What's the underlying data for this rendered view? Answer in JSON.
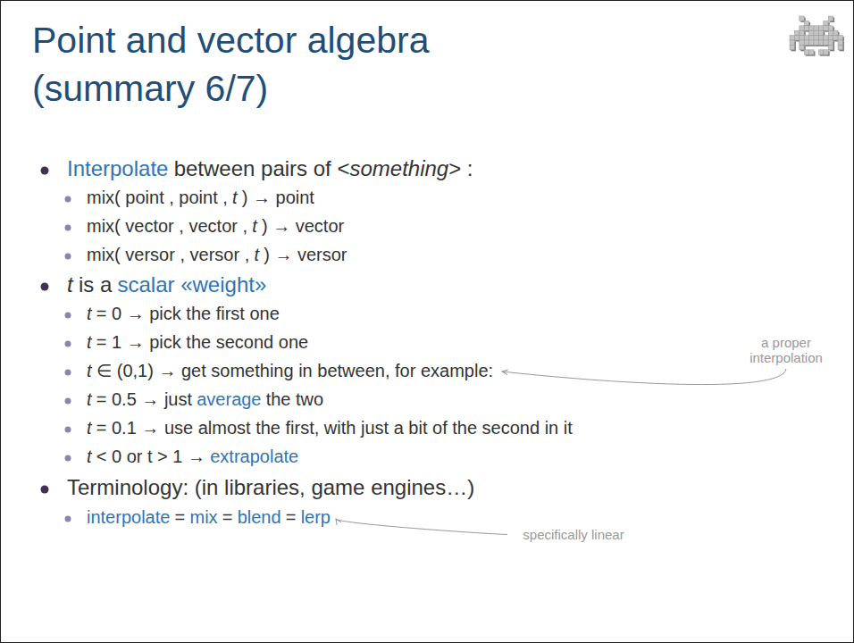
{
  "diagram": {
    "title": "Point and vector algebra (summary 6/7)",
    "labels": [
      "Interpolate",
      "between pairs of <",
      "something",
      "> :",
      "mix( point , point ,",
      "t",
      ") → point",
      "mix( vector , vector ,",
      "t",
      ") → vector",
      "mix( versor , versor ,",
      "t",
      ") → versor",
      "t",
      "is a",
      "scalar «weight»",
      "t",
      "= 0 → pick the first one",
      "t",
      "= 1 → pick the second one",
      "t",
      "∈ (0,1) → get something in between, for example:",
      "t",
      "= 0.5 → just",
      "average",
      "the two",
      "t",
      "= 0.1 → use almost the first, with just a bit of the second in it",
      "t",
      "< 0 or t > 1 →",
      "extrapolate",
      "Terminology: (in libraries, game engines…)",
      "interpolate",
      "=",
      "mix",
      "=",
      "blend",
      "=",
      "lerp",
      "a proper interpolation",
      "specifically linear"
    ]
  }
}
